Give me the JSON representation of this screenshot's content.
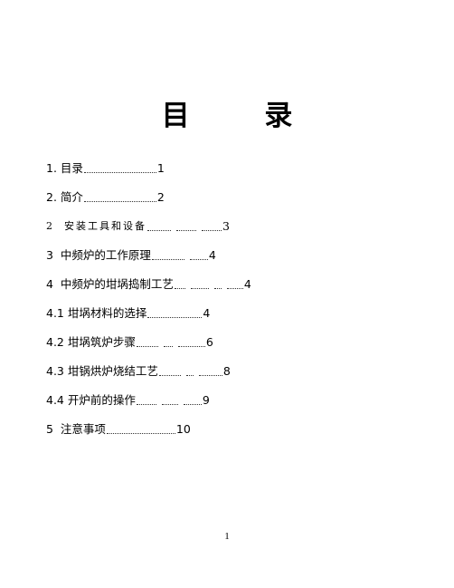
{
  "title": "目 录",
  "entries": [
    {
      "label": "1. 目录",
      "page": "1"
    },
    {
      "label": "2. 简介",
      "page": "2"
    },
    {
      "label": "2  安装工具和设备",
      "page": "3"
    },
    {
      "label": "3  中频炉的工作原理",
      "page": "4"
    },
    {
      "label": "4  中频炉的坩埚捣制工艺",
      "page": "4"
    },
    {
      "label": "4.1 坩埚材料的选择",
      "page": "4"
    },
    {
      "label": "4.2 坩埚筑炉步骤",
      "page": "6"
    },
    {
      "label": "4.3 坩锅烘炉烧结工艺",
      "page": "8"
    },
    {
      "label": "4.4 开炉前的操作",
      "page": "9"
    },
    {
      "label": "5  注意事项",
      "page": "10"
    }
  ],
  "footer": {
    "page_number": "1"
  }
}
